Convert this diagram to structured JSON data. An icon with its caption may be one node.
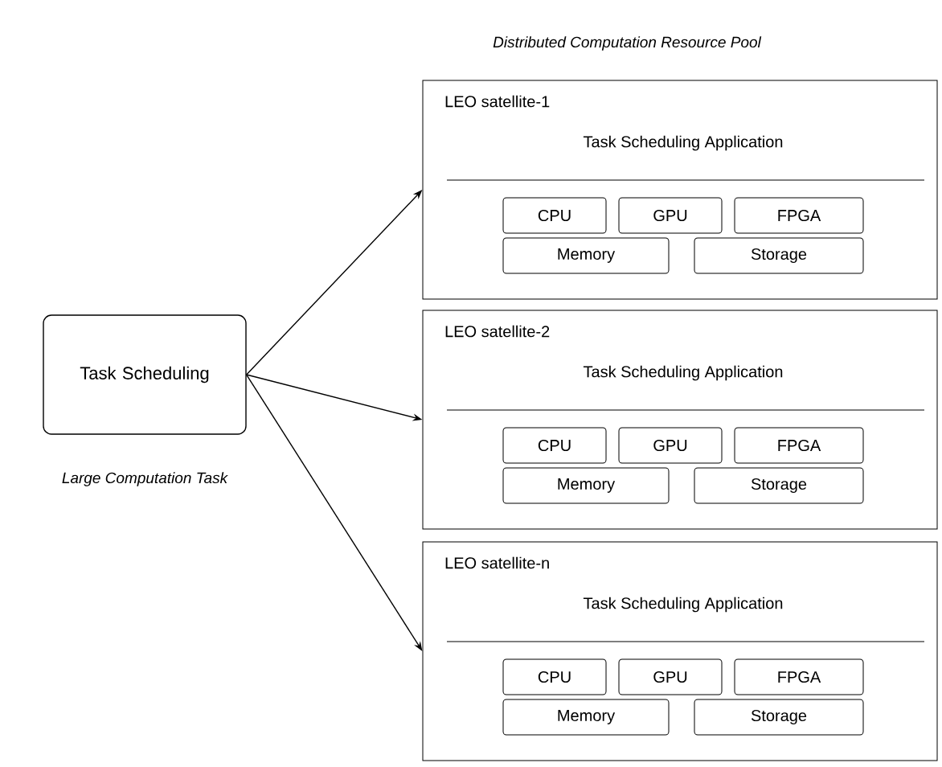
{
  "diagram": {
    "title": "Distributed Computation Resource Pool",
    "nodes": [
      {
        "text": [
          "Task Scheduling"
        ],
        "beside": [
          "Large Computation Task"
        ]
      },
      {
        "text": [
          "LEO satellite-1",
          "Task Scheduling Application"
        ]
      },
      {
        "text": [
          "CPU"
        ],
        "in": 1
      },
      {
        "text": [
          "GPU"
        ],
        "in": 1
      },
      {
        "text": [
          "FPGA"
        ],
        "in": 1
      },
      {
        "text": [
          "Memory"
        ],
        "in": 1
      },
      {
        "text": [
          "Storage"
        ],
        "in": 1
      },
      {
        "text": [
          "LEO satellite-2",
          "Task Scheduling Application"
        ]
      },
      {
        "text": [
          "CPU"
        ],
        "in": 7
      },
      {
        "text": [
          "GPU"
        ],
        "in": 7
      },
      {
        "text": [
          "FPGA"
        ],
        "in": 7
      },
      {
        "text": [
          "Memory"
        ],
        "in": 7
      },
      {
        "text": [
          "Storage"
        ],
        "in": 7
      },
      {
        "text": [
          "LEO satellite-n",
          "Task Scheduling Application"
        ]
      },
      {
        "text": [
          "CPU"
        ],
        "in": 13
      },
      {
        "text": [
          "GPU"
        ],
        "in": 13
      },
      {
        "text": [
          "FPGA"
        ],
        "in": 13
      },
      {
        "text": [
          "Memory"
        ],
        "in": 13
      },
      {
        "text": [
          "Storage"
        ],
        "in": 13
      }
    ],
    "edges": [
      {
        "from": 0,
        "to": 1,
        "arrow": "to"
      },
      {
        "from": 0,
        "to": 7,
        "arrow": "to"
      },
      {
        "from": 0,
        "to": 13,
        "arrow": "to"
      }
    ]
  }
}
